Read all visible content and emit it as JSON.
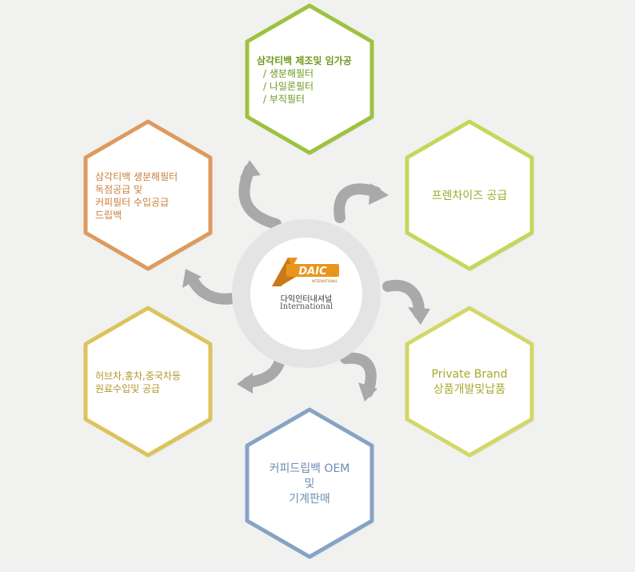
{
  "center": {
    "logo_mark": "DAIC",
    "logo_sub": "INTERNATIONAL",
    "name_ko": "다익인터내셔널",
    "name_en": "International"
  },
  "colors": {
    "background": "#f1f1f0",
    "arrow": "#a9a9a9",
    "logo_orange": "#e8951e",
    "hex_top": "#9dc23f",
    "hex_right_top": "#c7d65a",
    "hex_right_bottom": "#d3d768",
    "hex_bottom": "#86a3c6",
    "hex_left_bottom": "#dcc35c",
    "hex_left_top": "#de9a5e",
    "text_top": "#6e9a1f",
    "text_right_top": "#9aad2a",
    "text_right_bottom": "#a4ab2e",
    "text_bottom": "#6d8db2",
    "text_left_bottom": "#b3962a",
    "text_left_top": "#cc7d3a"
  },
  "hexagons": {
    "top": {
      "lines": [
        "삼각티백 제조및 임가공",
        "/ 생분해필터",
        "/ 나일론필터",
        "/ 부직필터"
      ]
    },
    "right_top": {
      "lines": [
        "프렌차이즈 공급"
      ]
    },
    "right_bottom": {
      "lines": [
        "Private Brand",
        "상품개발및납품"
      ]
    },
    "bottom": {
      "lines": [
        "커피드립백 OEM",
        "및",
        "기계판매"
      ]
    },
    "left_bottom": {
      "lines": [
        "허브차,홍차,중국차등",
        "원료수입및 공급"
      ]
    },
    "left_top": {
      "lines": [
        "삼각티백 생분해필터",
        "독점공급 및",
        "커피필터 수입공급",
        "드립백"
      ]
    }
  }
}
